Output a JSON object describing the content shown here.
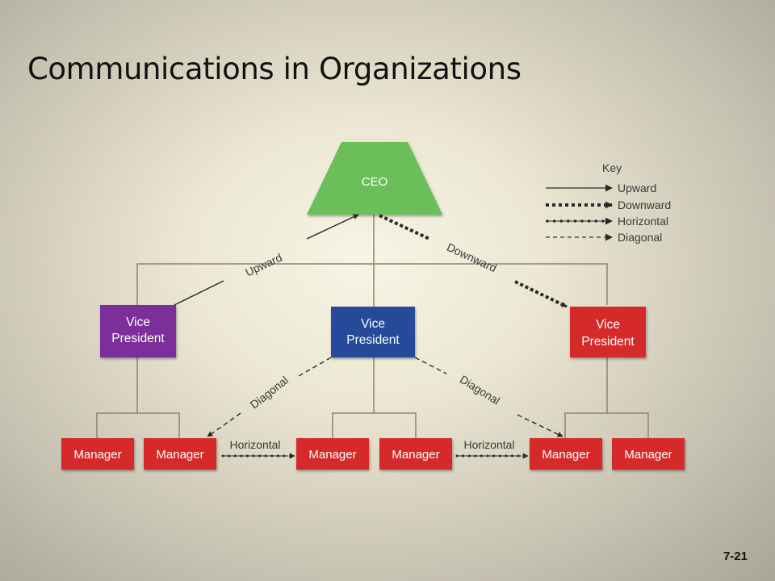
{
  "slide": {
    "title": "Communications in Organizations",
    "page_number": "7-21"
  },
  "diagram": {
    "ceo": {
      "label": "CEO",
      "color": "#6abf5a"
    },
    "vice_presidents": [
      {
        "lines": [
          "Vice",
          "President"
        ],
        "color": "#7c2f9a"
      },
      {
        "lines": [
          "Vice",
          "President"
        ],
        "color": "#27499a"
      },
      {
        "lines": [
          "Vice",
          "President"
        ],
        "color": "#d62b2b"
      }
    ],
    "managers": [
      {
        "label": "Manager"
      },
      {
        "label": "Manager"
      },
      {
        "label": "Manager"
      },
      {
        "label": "Manager"
      },
      {
        "label": "Manager"
      },
      {
        "label": "Manager"
      }
    ],
    "manager_color": "#d62b2b",
    "labels": {
      "upward": "Upward",
      "downward": "Downward",
      "diagonal_left": "Diagonal",
      "diagonal_right": "Diagonal",
      "horizontal_left": "Horizontal",
      "horizontal_right": "Horizontal"
    },
    "key": {
      "title": "Key",
      "items": [
        {
          "label": "Upward",
          "style": "solid"
        },
        {
          "label": "Downward",
          "style": "square-dots"
        },
        {
          "label": "Horizontal",
          "style": "round-dots"
        },
        {
          "label": "Diagonal",
          "style": "dashed"
        }
      ]
    }
  }
}
